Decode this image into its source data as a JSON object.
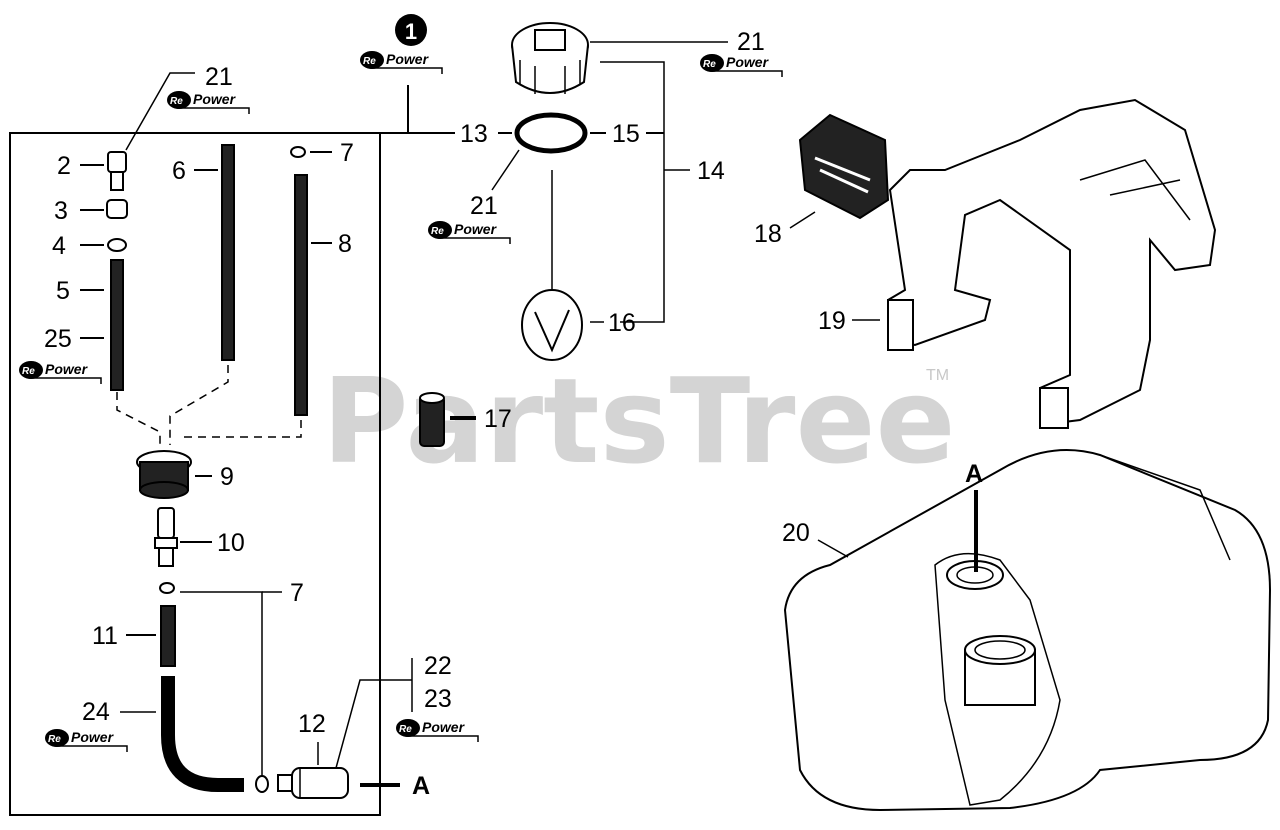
{
  "watermark": {
    "text": "PartsTree",
    "tm": "TM"
  },
  "repower": {
    "logo": "Re",
    "word": "Power"
  },
  "callouts": {
    "c1": "1",
    "c2": "2",
    "c3": "3",
    "c4": "4",
    "c5": "5",
    "c6": "6",
    "c7a": "7",
    "c7b": "7",
    "c8": "8",
    "c9": "9",
    "c10": "10",
    "c11": "11",
    "c12": "12",
    "c13": "13",
    "c14": "14",
    "c15": "15",
    "c16": "16",
    "c17": "17",
    "c18": "18",
    "c19": "19",
    "c20": "20",
    "c21a": "21",
    "c21b": "21",
    "c21c": "21",
    "c22": "22",
    "c23": "23",
    "c24": "24",
    "c25": "25",
    "refA1": "A",
    "refA2": "A"
  }
}
